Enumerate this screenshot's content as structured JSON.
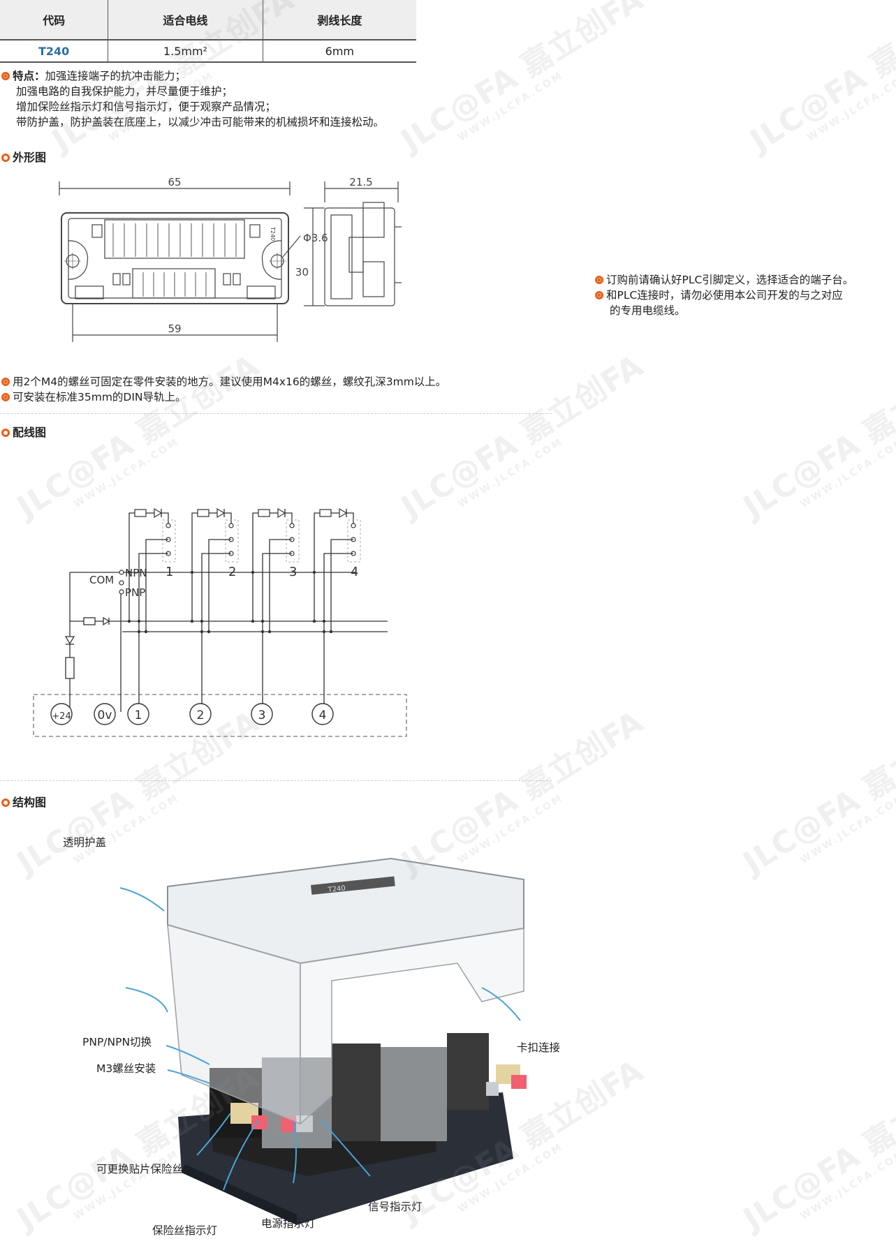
{
  "spec_table": {
    "headers": [
      "代码",
      "适合电线",
      "剥线长度"
    ],
    "row": [
      "T240",
      "1.5mm²",
      "6mm"
    ]
  },
  "features": {
    "label": "特点：",
    "lines": [
      "加强连接端子的抗冲击能力；",
      "加强电路的自我保护能力，并尽量便于维护；",
      "增加保险丝指示灯和信号指示灯，便于观察产品情况；",
      "带防护盖，防护盖装在底座上，以减少冲击可能带来的机械损坏和连接松动。"
    ]
  },
  "outline": {
    "title": "外形图",
    "dims": {
      "width": "65",
      "inner": "59",
      "depth": "21.5",
      "height": "30",
      "hole": "Φ3.6"
    },
    "label": "T240"
  },
  "notes_right": [
    "订购前请确认好PLC引脚定义，选择适合的端子台。",
    "和PLC连接时，请勿必使用本公司开发的与之对应",
    "的专用电缆线。"
  ],
  "mount_notes": [
    "用2个M4的螺丝可固定在零件安装的地方。建议使用M4x16的螺丝，螺纹孔深3mm以上。",
    "可安装在标准35mm的DIN导轨上。"
  ],
  "wiring": {
    "title": "配线图",
    "npn": "NPN",
    "com": "COM",
    "pnp": "PNP",
    "channels": [
      "1",
      "2",
      "3",
      "4"
    ],
    "terminals": [
      "+24",
      "0v",
      "1",
      "2",
      "3",
      "4"
    ]
  },
  "structure": {
    "title": "结构图",
    "callouts": {
      "cover": "透明护盖",
      "snap": "卡扣连接",
      "switch": "PNP/NPN切换",
      "screw": "M3螺丝安装",
      "fuse": "可更换贴片保险丝",
      "fuse_led": "保险丝指示灯",
      "power_led": "电源指示灯",
      "signal_led": "信号指示灯"
    },
    "cover_label": "T240"
  },
  "watermark": {
    "brand": "JLC@FA 嘉立创FA",
    "url": "WWW.JLCFA.COM"
  },
  "colors": {
    "bullet": "#e8601c",
    "code": "#2f6fa5",
    "base": "#2a2f38"
  }
}
